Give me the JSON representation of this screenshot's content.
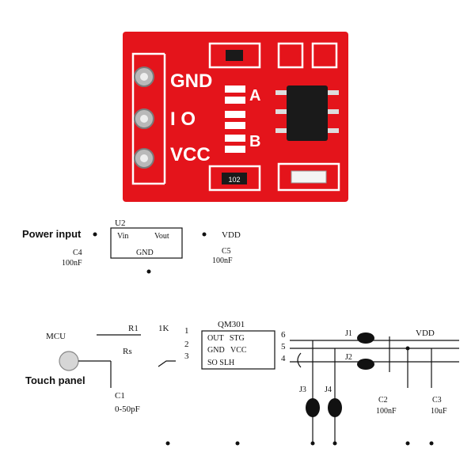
{
  "colors": {
    "pcb_red": "#e4141b",
    "silkscreen": "#ffffff",
    "chip_black": "#1a1a1a",
    "ink": "#111111"
  },
  "board": {
    "pin_labels": [
      "GND",
      "I O",
      "VCC"
    ],
    "pad_labels": [
      "A",
      "B"
    ],
    "resistor_marking": "102"
  },
  "schematic": {
    "power_input": "Power input",
    "u2": "U2",
    "u2_vin": "Vin",
    "u2_vout": "Vout",
    "u2_gnd": "GND",
    "vdd_top": "VDD",
    "c4": "C4",
    "c4_value": "100nF",
    "c5": "C5",
    "c5_value": "100nF",
    "mcu": "MCU",
    "r1": "R1",
    "r1_value": "1K",
    "rs": "Rs",
    "touch_panel": "Touch panel",
    "c1": "C1",
    "c1_value": "0-50pF",
    "ic_name": "QM301",
    "ic_row1": "OUT   STG",
    "ic_row2": "GND   VCC",
    "ic_row3": "SO SLH",
    "pin1": "1",
    "pin2": "2",
    "pin3": "3",
    "pin4": "4",
    "pin5": "5",
    "pin6": "6",
    "j1": "J1",
    "j2": "J2",
    "j3": "J3",
    "j4": "J4",
    "vdd_right": "VDD",
    "c2": "C2",
    "c2_value": "100nF",
    "c3": "C3",
    "c3_value": "10uF"
  }
}
